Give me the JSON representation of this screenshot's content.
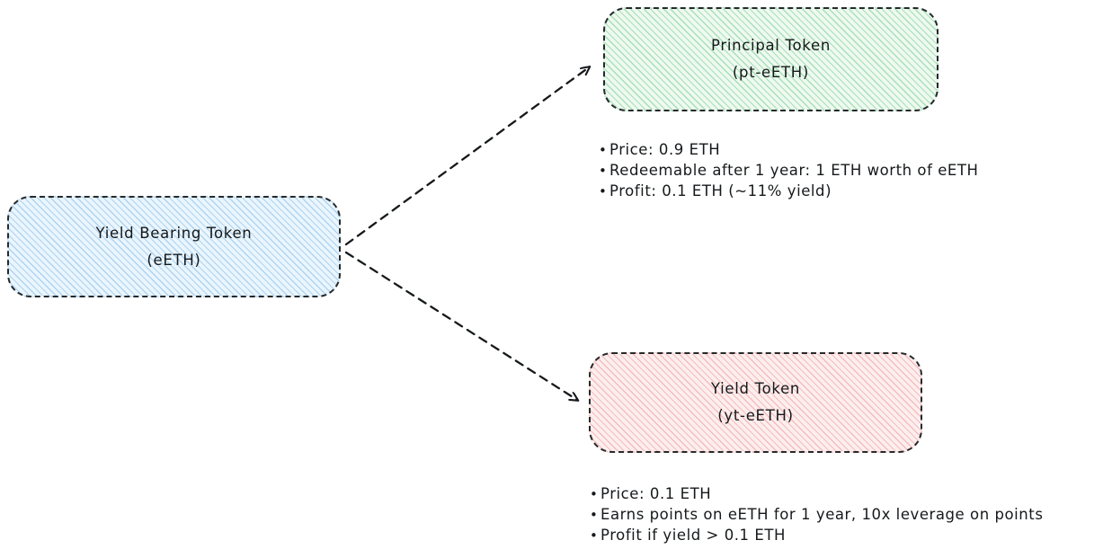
{
  "diagram": {
    "title": "Yield Bearing Token split into Principal Token and Yield Token",
    "colors": {
      "source_fill": "#eaf5fd",
      "source_hatch": "#7dbae8",
      "principal_fill": "#eef9f0",
      "principal_hatch": "#6ecd87",
      "yield_fill": "#fdeeee",
      "yield_hatch": "#ea8c8c",
      "stroke": "#26292b",
      "text": "#16191b"
    },
    "nodes": {
      "source": {
        "name": "Yield Bearing Token",
        "line1": "Yield Bearing Token",
        "line2": "(eETH)"
      },
      "principal": {
        "name": "Principal Token",
        "line1": "Principal Token",
        "line2": "(pt-eETH)"
      },
      "yield": {
        "name": "Yield Token",
        "line1": "Yield Token",
        "line2": "(yt-eETH)"
      }
    },
    "principal_bullets": [
      "Price: 0.9 ETH",
      "Redeemable after 1 year: 1 ETH worth of eETH",
      "Profit: 0.1 ETH (~11% yield)"
    ],
    "yield_bullets": [
      "Price: 0.1 ETH",
      "Earns points on eETH for 1 year, 10x leverage on points",
      "Profit if yield > 0.1 ETH"
    ],
    "bullet_glyph": "•",
    "edges": [
      {
        "from": "Yield Bearing Token",
        "to": "Principal Token",
        "style": "dashed-arrow"
      },
      {
        "from": "Yield Bearing Token",
        "to": "Yield Token",
        "style": "dashed-arrow"
      }
    ]
  }
}
